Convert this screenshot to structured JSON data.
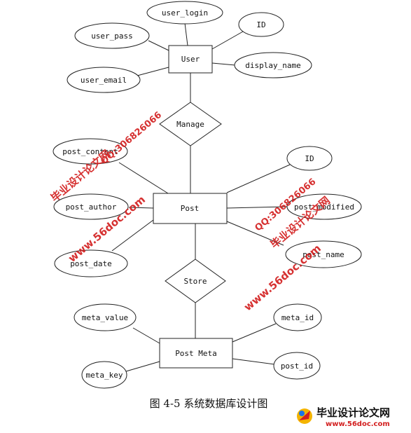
{
  "entities": {
    "user": "User",
    "post": "Post",
    "post_meta": "Post Meta"
  },
  "relationships": {
    "manage": "Manage",
    "store": "Store"
  },
  "attributes": {
    "user_login": "user_login",
    "user_pass": "user_pass",
    "user_id": "ID",
    "display_name": "display_name",
    "user_email": "user_email",
    "post_content": "post_content",
    "post_id": "ID",
    "post_author": "post_author",
    "post_modified": "post_modified",
    "post_date": "post_date",
    "post_name": "post_name",
    "meta_value": "meta_value",
    "meta_id": "meta_id",
    "meta_key": "meta_key",
    "meta_post_id": "post_id"
  },
  "caption": "图 4-5  系统数据库设计图",
  "watermarks": {
    "site_cn": "毕业设计论文网",
    "url": "www.56doc.com",
    "qq": "QQ:306826066"
  },
  "logo": {
    "title": "毕业设计论文网",
    "url": "www.56doc.com"
  },
  "colors": {
    "watermark": "#d32020",
    "line": "#222222"
  }
}
